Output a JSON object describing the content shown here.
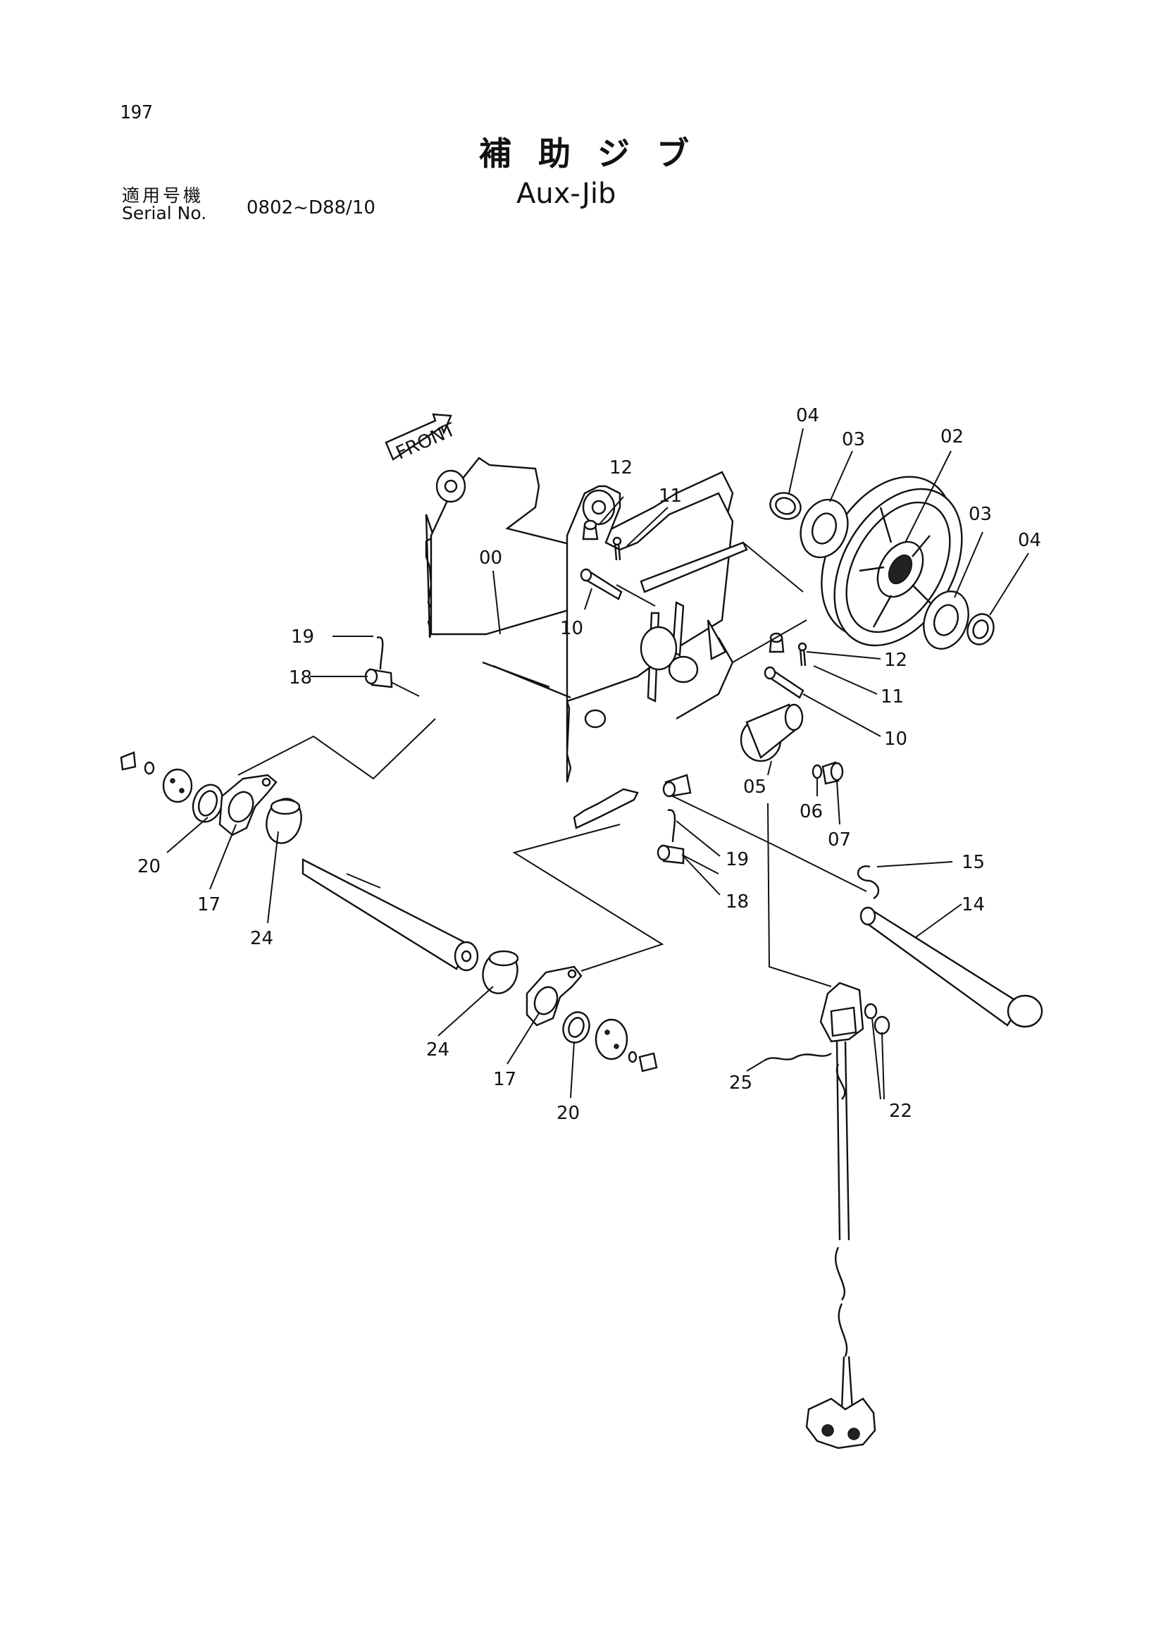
{
  "header": {
    "page_number": "197",
    "title_jp": "補助ジブ",
    "title_en": "Aux-Jib",
    "serial_label_jp": "適用号機",
    "serial_label_en": "Serial No.",
    "serial_value": "0802~D88/10"
  },
  "direction_arrow": "FRONT",
  "part_labels": [
    "00",
    "02",
    "03",
    "03",
    "04",
    "04",
    "05",
    "06",
    "07",
    "10",
    "10",
    "11",
    "11",
    "12",
    "12",
    "14",
    "15",
    "17",
    "17",
    "18",
    "18",
    "19",
    "19",
    "20",
    "20",
    "22",
    "24",
    "24",
    "25"
  ]
}
